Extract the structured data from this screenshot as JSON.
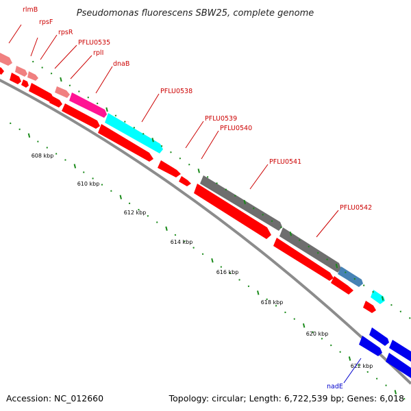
{
  "title": "Pseudomonas fluorescens SBW25, complete genome",
  "footer": {
    "accession": "Accession: NC_012660",
    "summary": "Topology: circular; Length: 6,722,539 bp; Genes: 6,018"
  },
  "colors": {
    "backbone": "#8c8c8c",
    "tick": "#1a8a1a",
    "label_red": "#cc0000",
    "label_blue": "#0000cc",
    "strand_red": "#ff0000",
    "pink": "#f08080",
    "magenta": "#ff1493",
    "cyan": "#00ffff",
    "gray_gene": "#6e6e6e",
    "steel": "#4682b4",
    "blue": "#0000ee"
  },
  "kbp_labels": [
    "608 kbp",
    "610 kbp",
    "612 kbp",
    "614 kbp",
    "616 kbp",
    "618 kbp",
    "620 kbp",
    "622 kbp"
  ],
  "gene_labels": [
    "rlmB",
    "rpsF",
    "rpsR",
    "PFLU0535",
    "rplI",
    "dnaB",
    "PFLU0538",
    "PFLU0539",
    "PFLU0540",
    "PFLU0541",
    "PFLU0542",
    "nadE"
  ]
}
